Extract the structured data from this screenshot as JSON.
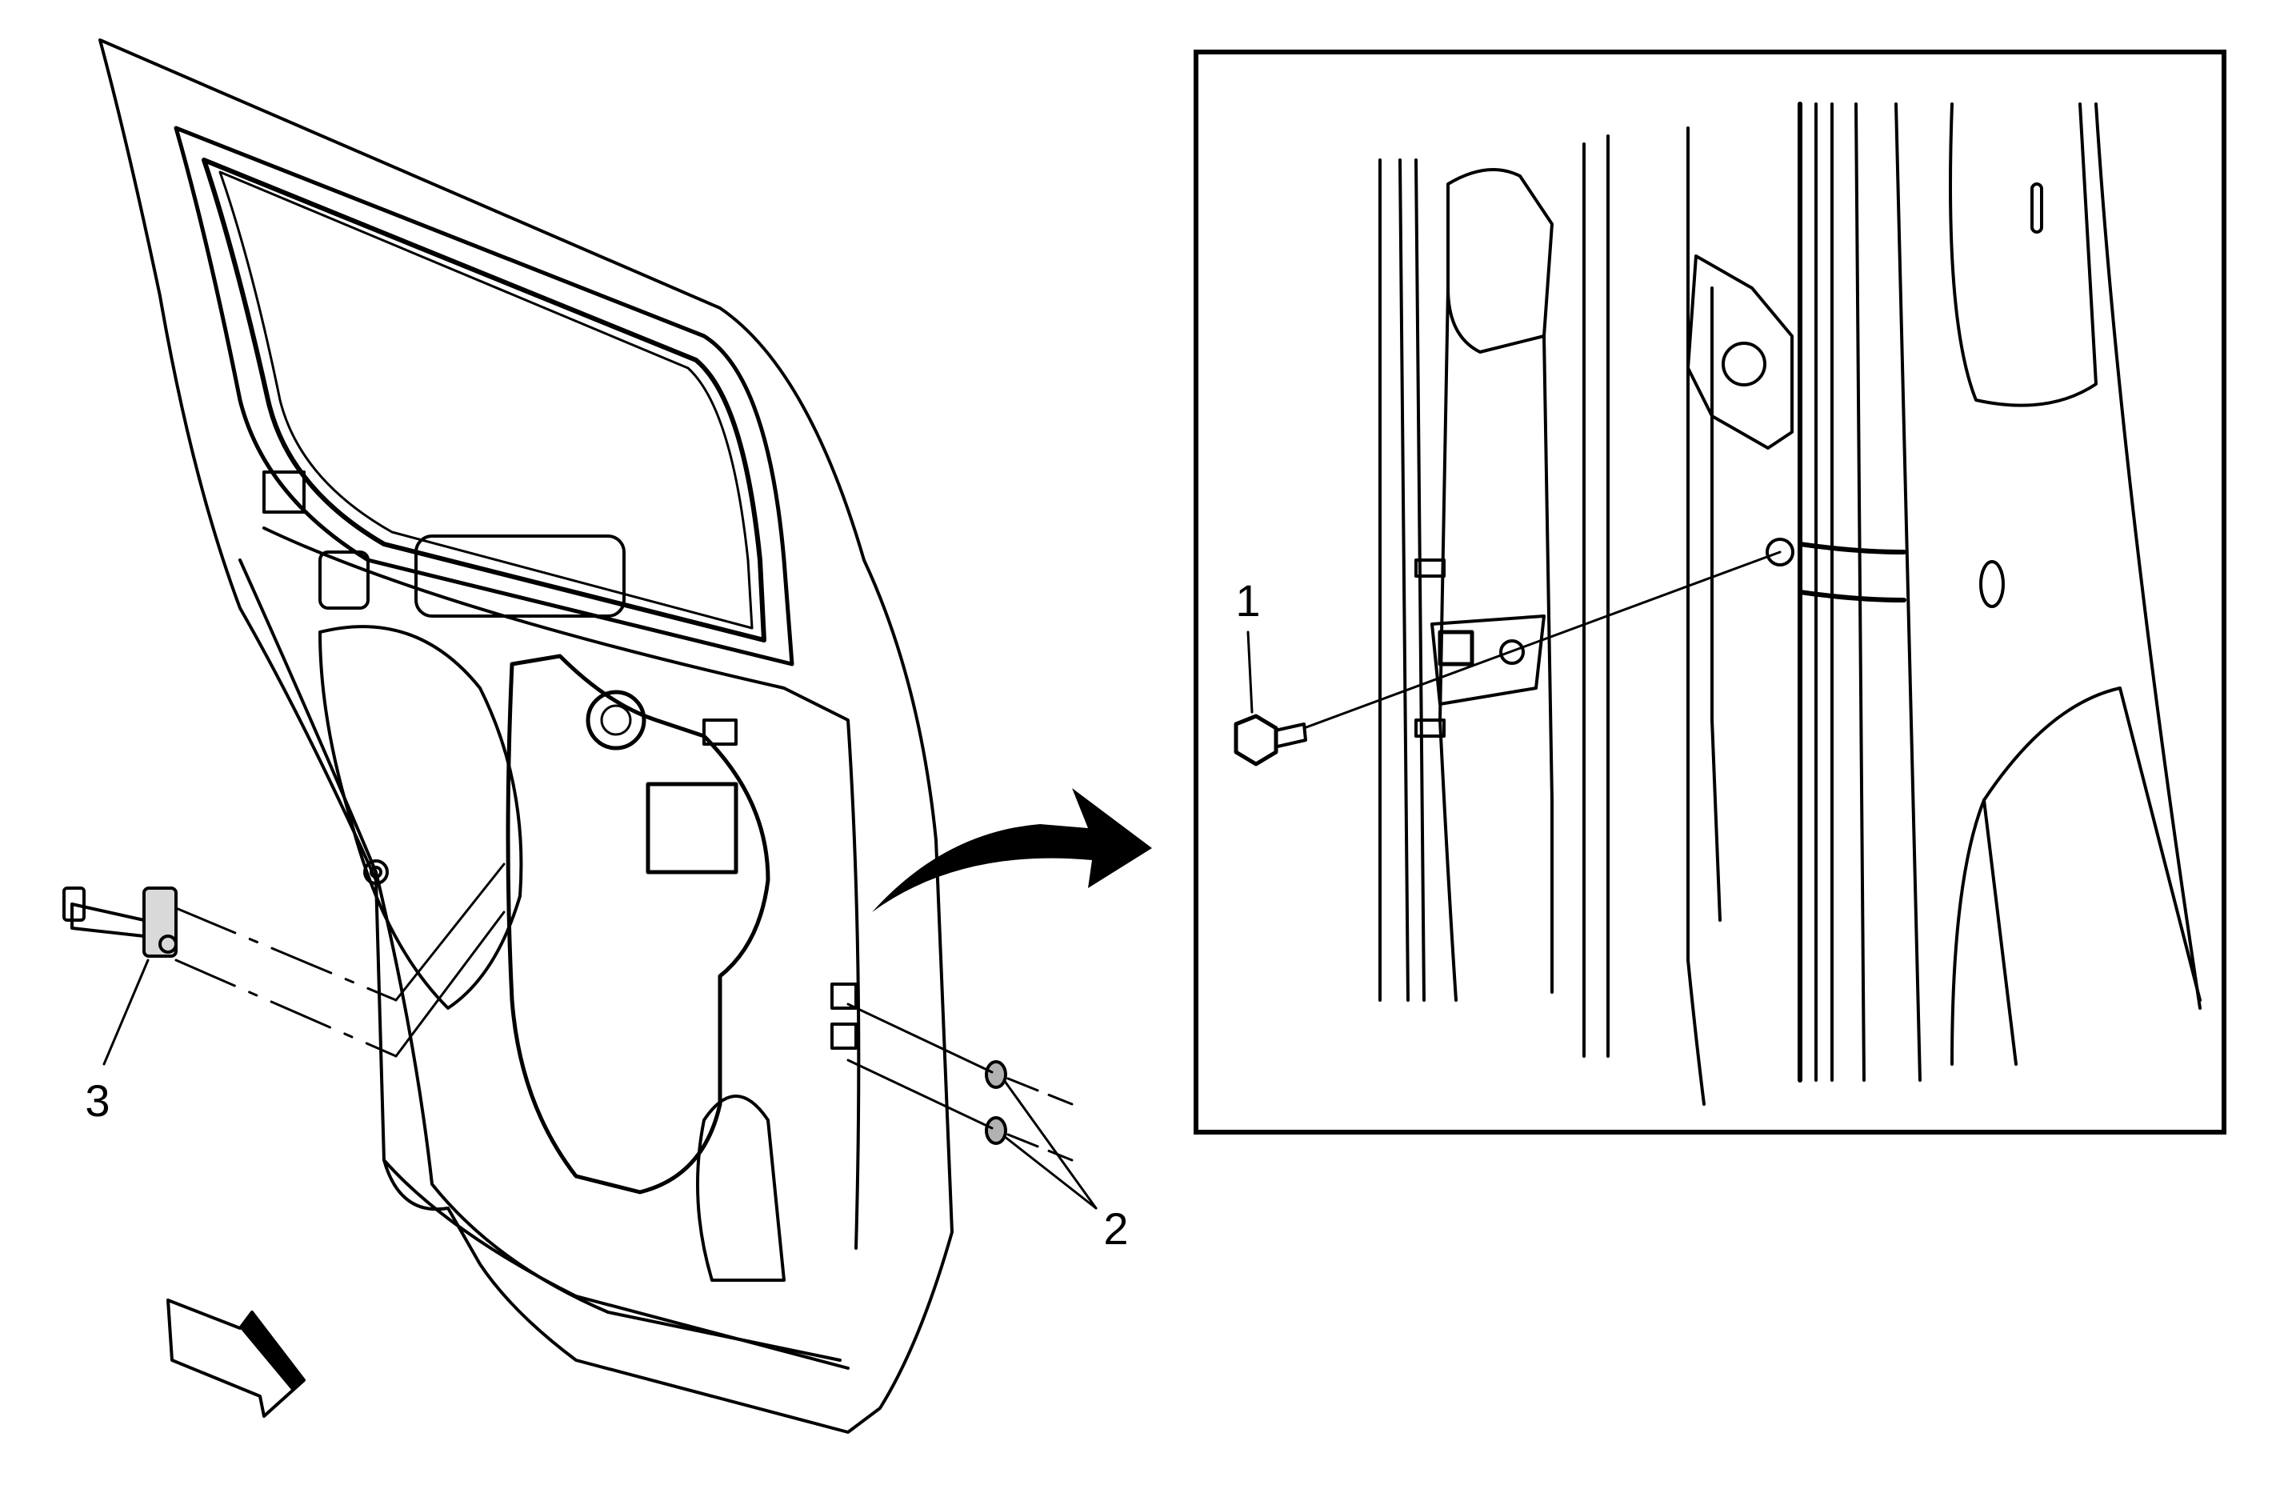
{
  "figure": {
    "callouts": [
      {
        "id": "c1",
        "label": "1"
      },
      {
        "id": "c2",
        "label": "2"
      },
      {
        "id": "c3",
        "label": "3"
      }
    ],
    "colors": {
      "ink": "#000000",
      "background": "#ffffff",
      "arrow_fill": "#000000"
    },
    "icons": [
      "view-direction-arrow-icon",
      "detail-pointer-arrow-icon"
    ]
  }
}
